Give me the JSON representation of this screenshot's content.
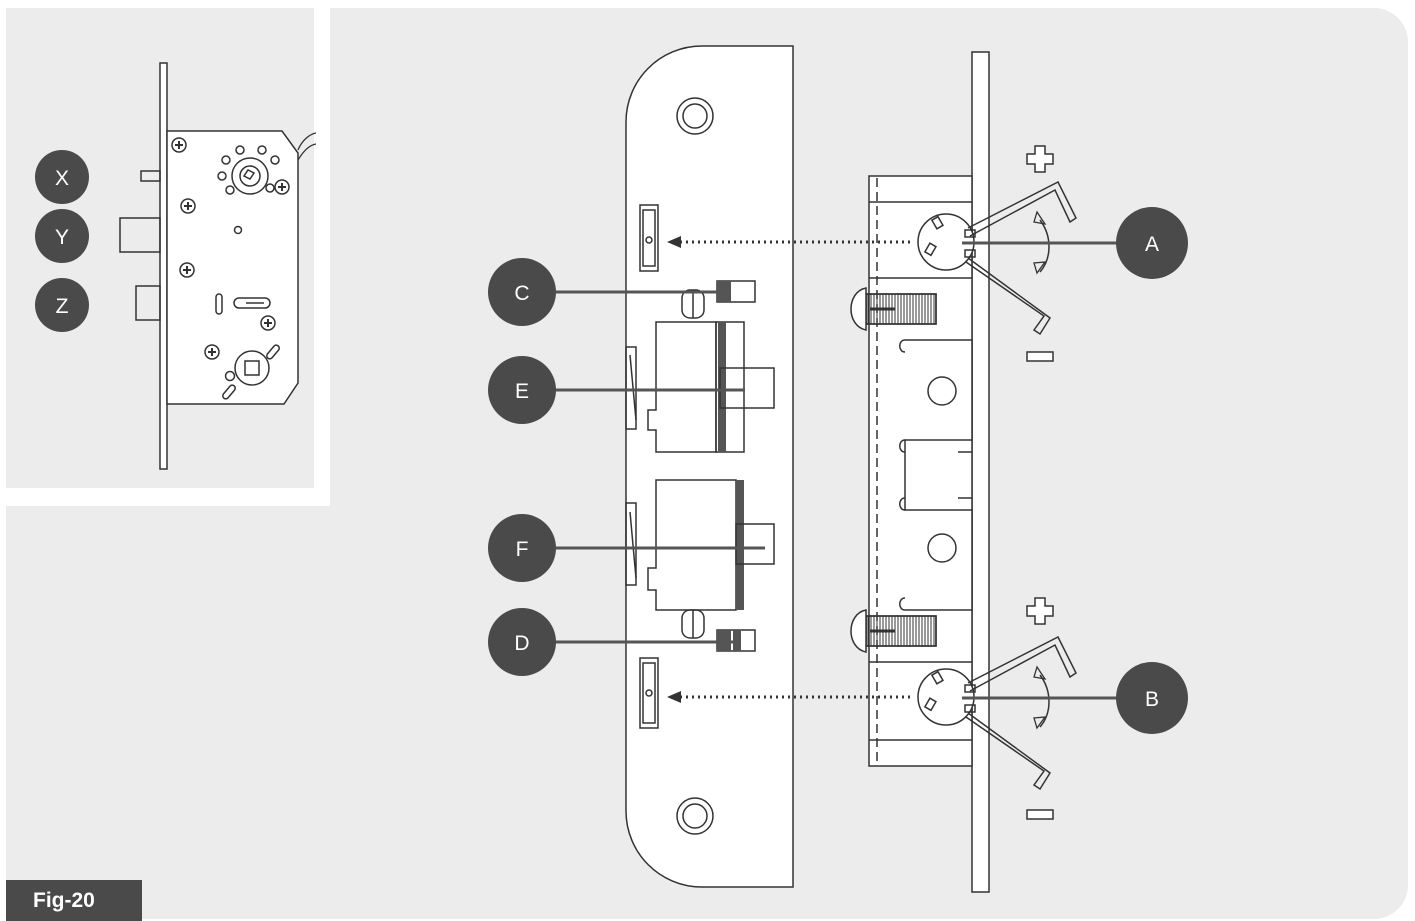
{
  "figure": {
    "label": "Fig-20"
  },
  "colors": {
    "background": "#ececec",
    "line": "#333333",
    "callout_fill": "#4a4a4a",
    "callout_text": "#ffffff",
    "dark_element": "#555555"
  },
  "inset_callouts": [
    {
      "id": "x",
      "label": "X"
    },
    {
      "id": "y",
      "label": "Y"
    },
    {
      "id": "z",
      "label": "Z"
    }
  ],
  "main_callouts": [
    {
      "id": "a",
      "label": "A"
    },
    {
      "id": "b",
      "label": "B"
    },
    {
      "id": "c",
      "label": "C"
    },
    {
      "id": "d",
      "label": "D"
    },
    {
      "id": "e",
      "label": "E"
    },
    {
      "id": "f",
      "label": "F"
    }
  ],
  "adjust_signs": {
    "plus": "+",
    "minus": "−"
  }
}
